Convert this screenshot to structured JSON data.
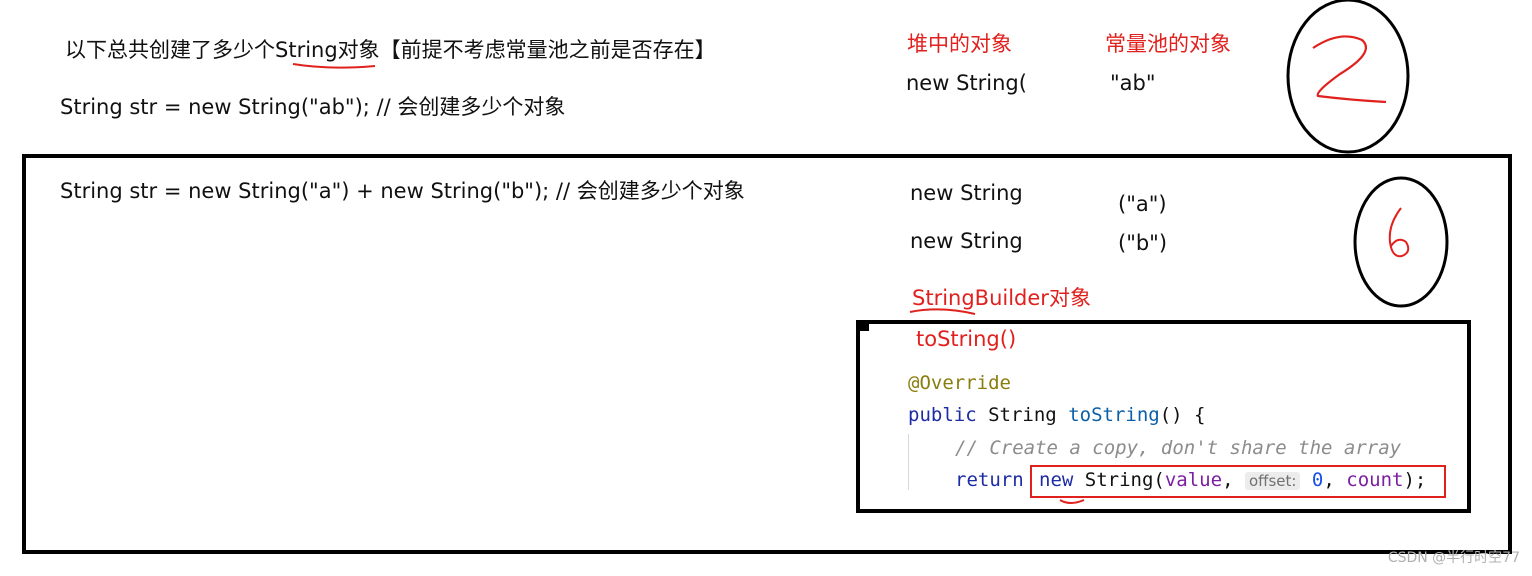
{
  "header": {
    "question": "以下总共创建了多少个String对象【前提不考虑常量池之前是否存在】",
    "line1": "String str = new String(\"ab\");   // 会创建多少个对象"
  },
  "top_answer": {
    "heap_label": "堆中的对象",
    "pool_label": "常量池的对象",
    "heap_value": "new String(",
    "pool_value": "\"ab\"",
    "handwritten_count": "2"
  },
  "main": {
    "line2": "String str = new String(\"a\") + new String(\"b\");  // 会创建多少个对象",
    "new_string_1": "new String",
    "arg_a": "(\"a\")",
    "new_string_2": "new String",
    "arg_b": "(\"b\")",
    "builder_label": "StringBuilder对象",
    "tostring_label": "toString()",
    "handwritten_count": "6"
  },
  "code": {
    "annotation": "@Override",
    "kw_public": "public",
    "type_string": "String",
    "method": "toString",
    "sig_tail": "() {",
    "comment": "// Create a copy, don't share the array",
    "kw_return": "return",
    "kw_new": "new",
    "ctor": "String(",
    "arg_value": "value",
    "comma1": ",",
    "hint_offset": "offset:",
    "arg_zero": "0",
    "comma2": ",",
    "arg_count": "count",
    "close": ");"
  },
  "watermark": "CSDN @半行时空77"
}
